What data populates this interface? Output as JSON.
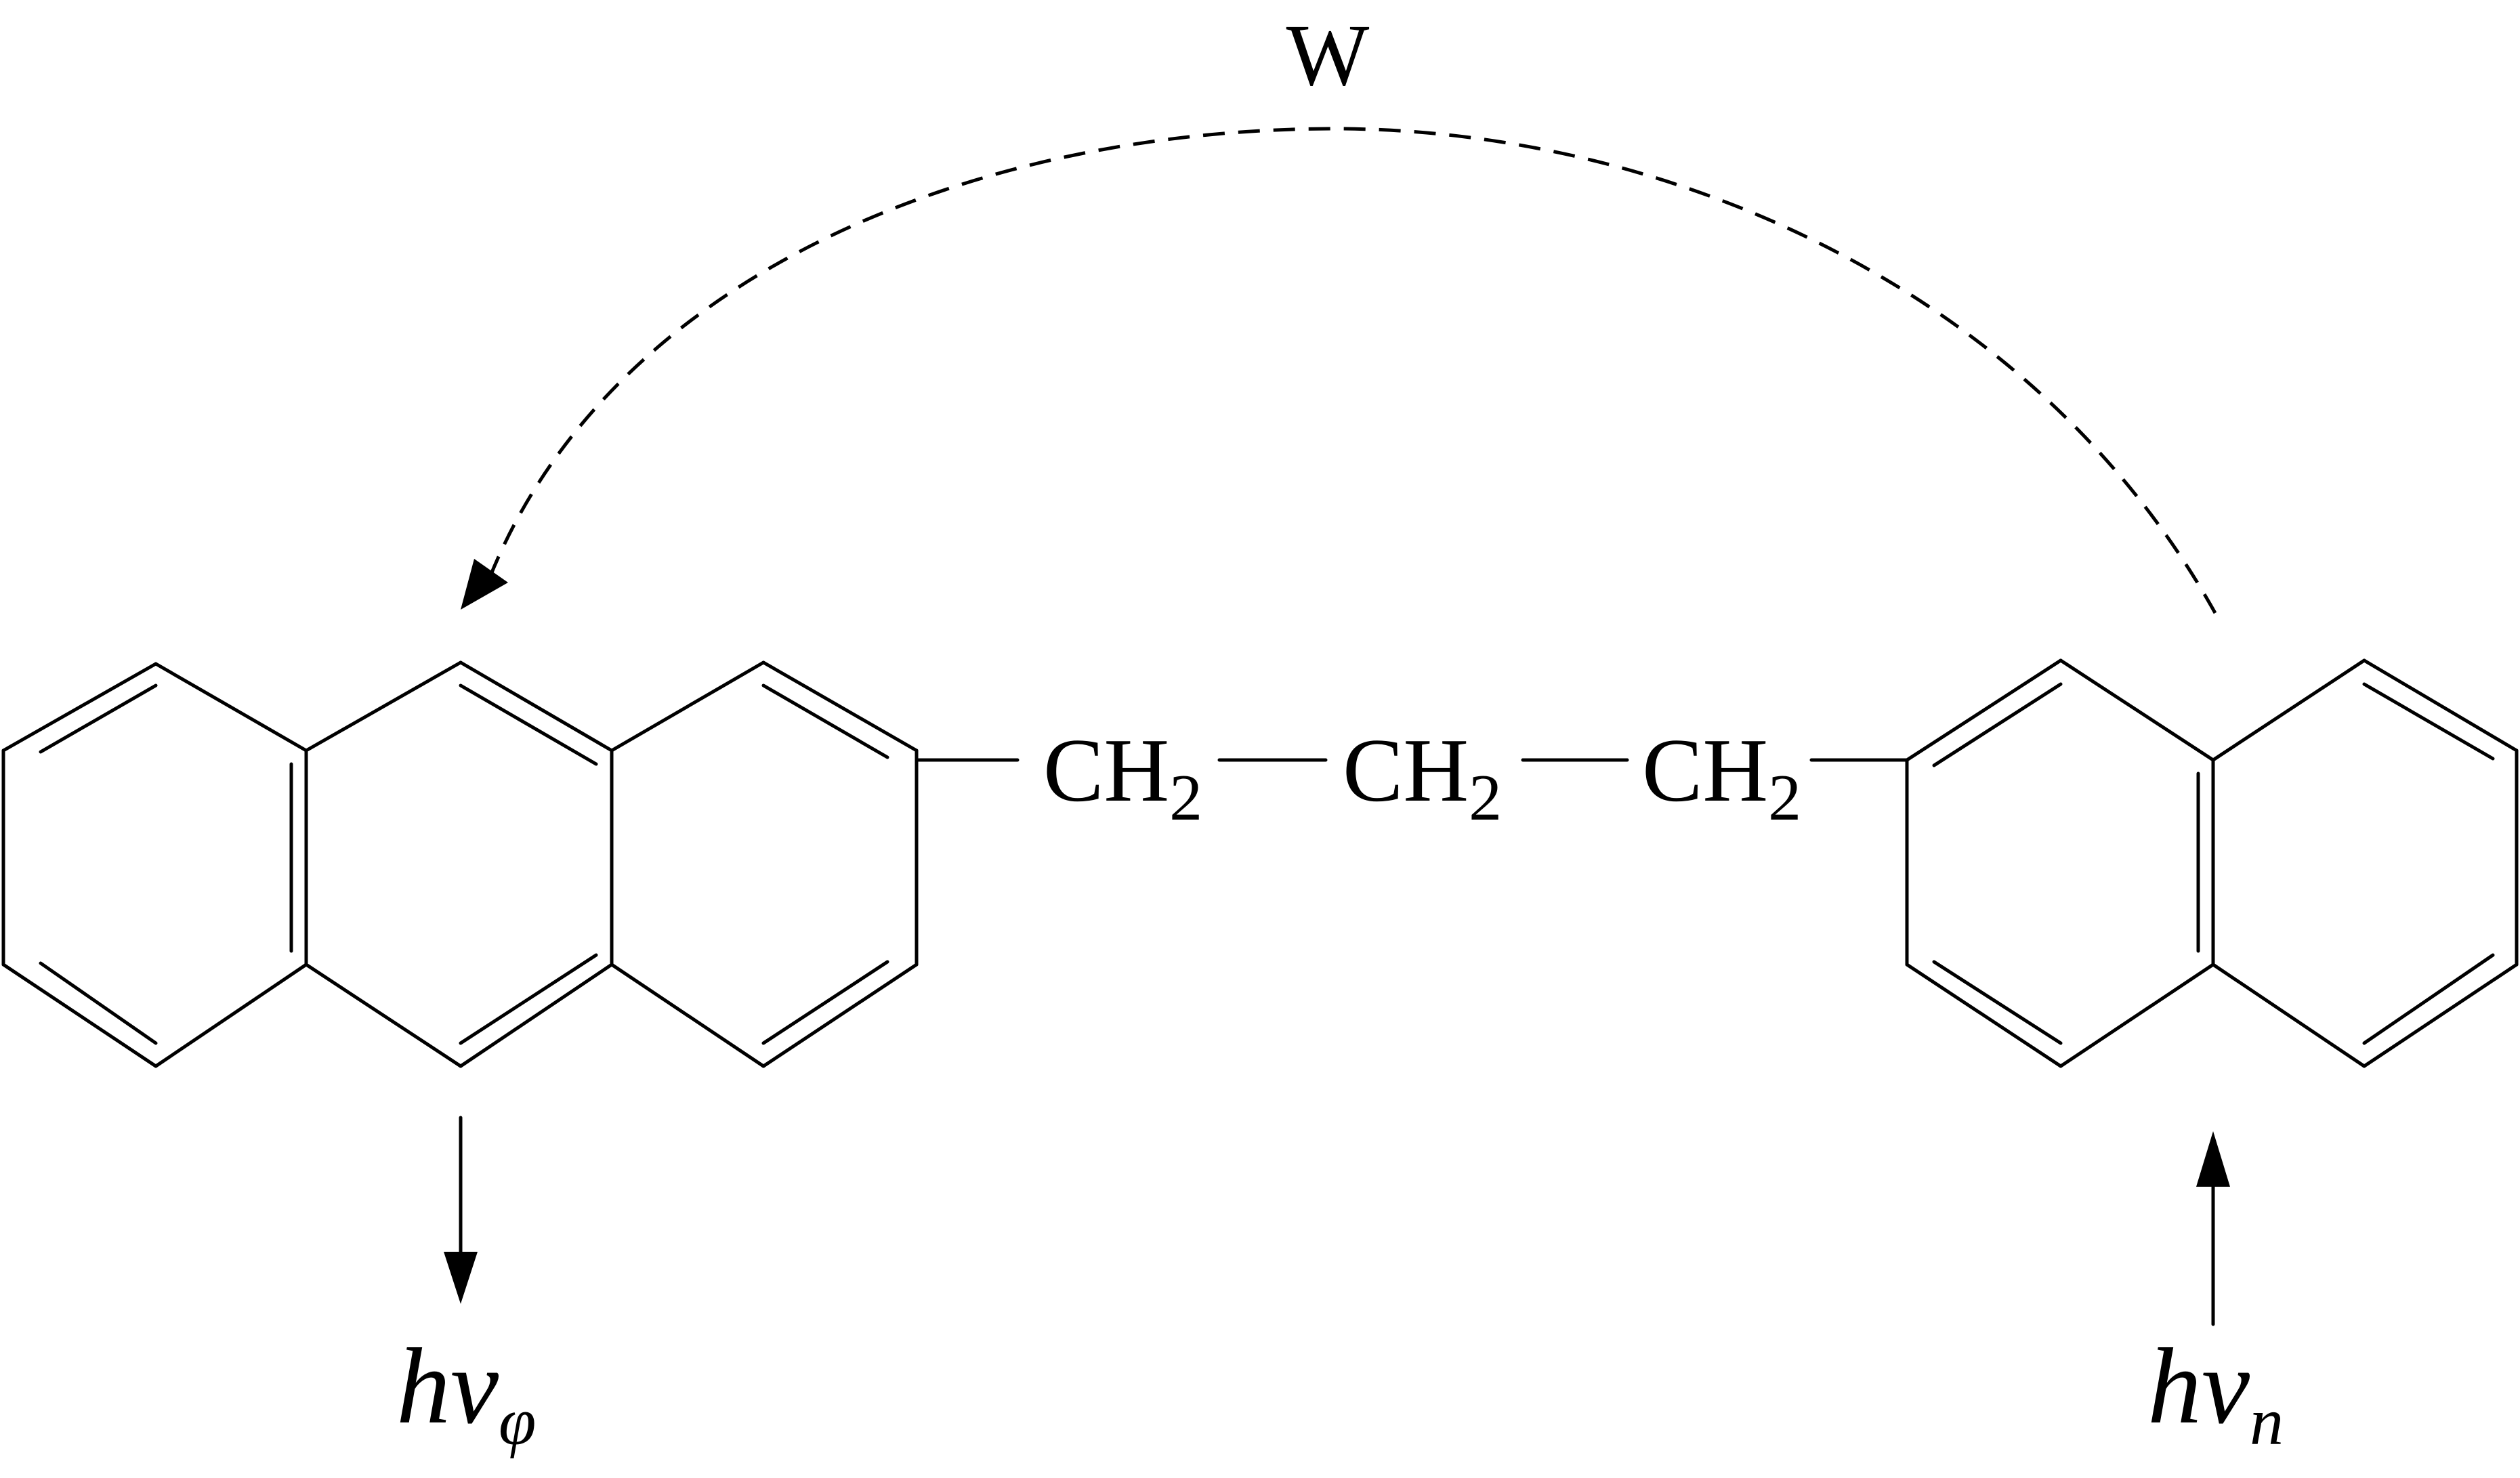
{
  "energy_transfer_label": "W",
  "chain": [
    {
      "main": "CH",
      "sub": "2"
    },
    {
      "main": "CH",
      "sub": "2"
    },
    {
      "main": "CH",
      "sub": "2"
    }
  ],
  "emission_label": {
    "main": "hν",
    "sub": "φ"
  },
  "absorption_label": {
    "main": "hν",
    "sub": "n"
  },
  "colors": {
    "ink": "#000000",
    "background": "#ffffff"
  }
}
